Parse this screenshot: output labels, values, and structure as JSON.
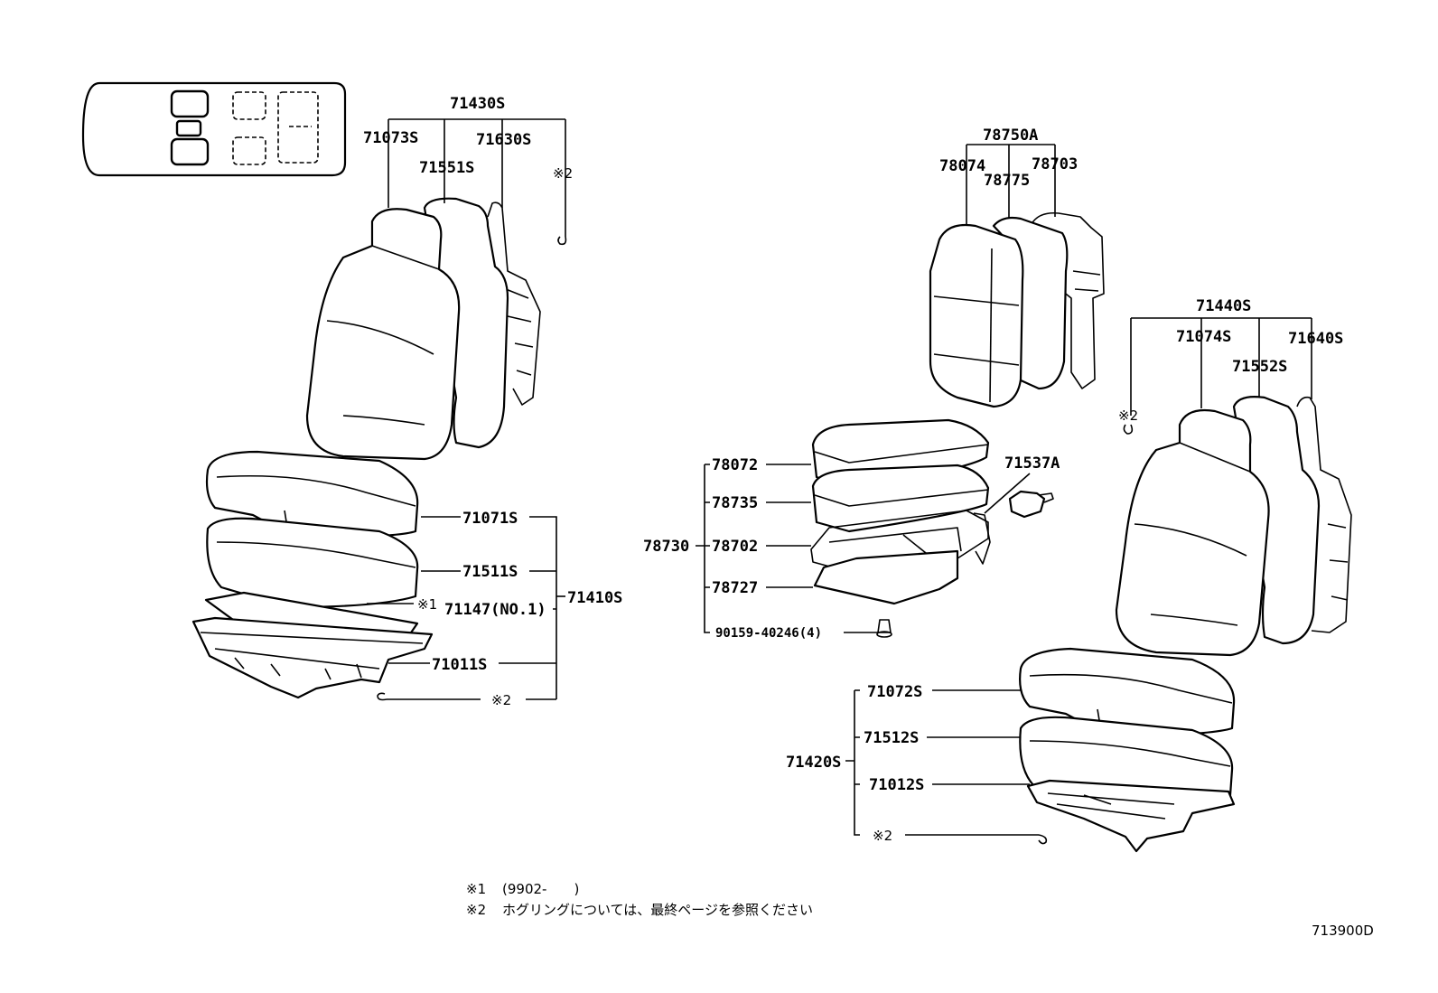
{
  "labels": {
    "p71430S": "71430S",
    "p71073S": "71073S",
    "p71630S": "71630S",
    "p71551S": "71551S",
    "ref2_a": "※2",
    "p71071S": "71071S",
    "p71511S": "71511S",
    "ref1_a": "※1",
    "p71147": "71147(NO.1)",
    "p71410S": "71410S",
    "p71011S": "71011S",
    "ref2_b": "※2",
    "p78750A": "78750A",
    "p78074": "78074",
    "p78703": "78703",
    "p78775": "78775",
    "p78072": "78072",
    "p78735": "78735",
    "p78730": "78730",
    "p78702": "78702",
    "p78727": "78727",
    "p90159": "90159-40246(4)",
    "p71537A": "71537A",
    "p71440S": "71440S",
    "p71074S": "71074S",
    "p71640S": "71640S",
    "p71552S": "71552S",
    "ref2_c": "※2",
    "p71072S": "71072S",
    "p71512S": "71512S",
    "p71420S": "71420S",
    "p71012S": "71012S",
    "ref2_d": "※2"
  },
  "notes": {
    "note1_mark": "※1",
    "note1_text": "(9902-　　)",
    "note2_mark": "※2",
    "note2_text": "ホグリングについては、最終ページを参照ください"
  },
  "diagram_code": "713900D"
}
